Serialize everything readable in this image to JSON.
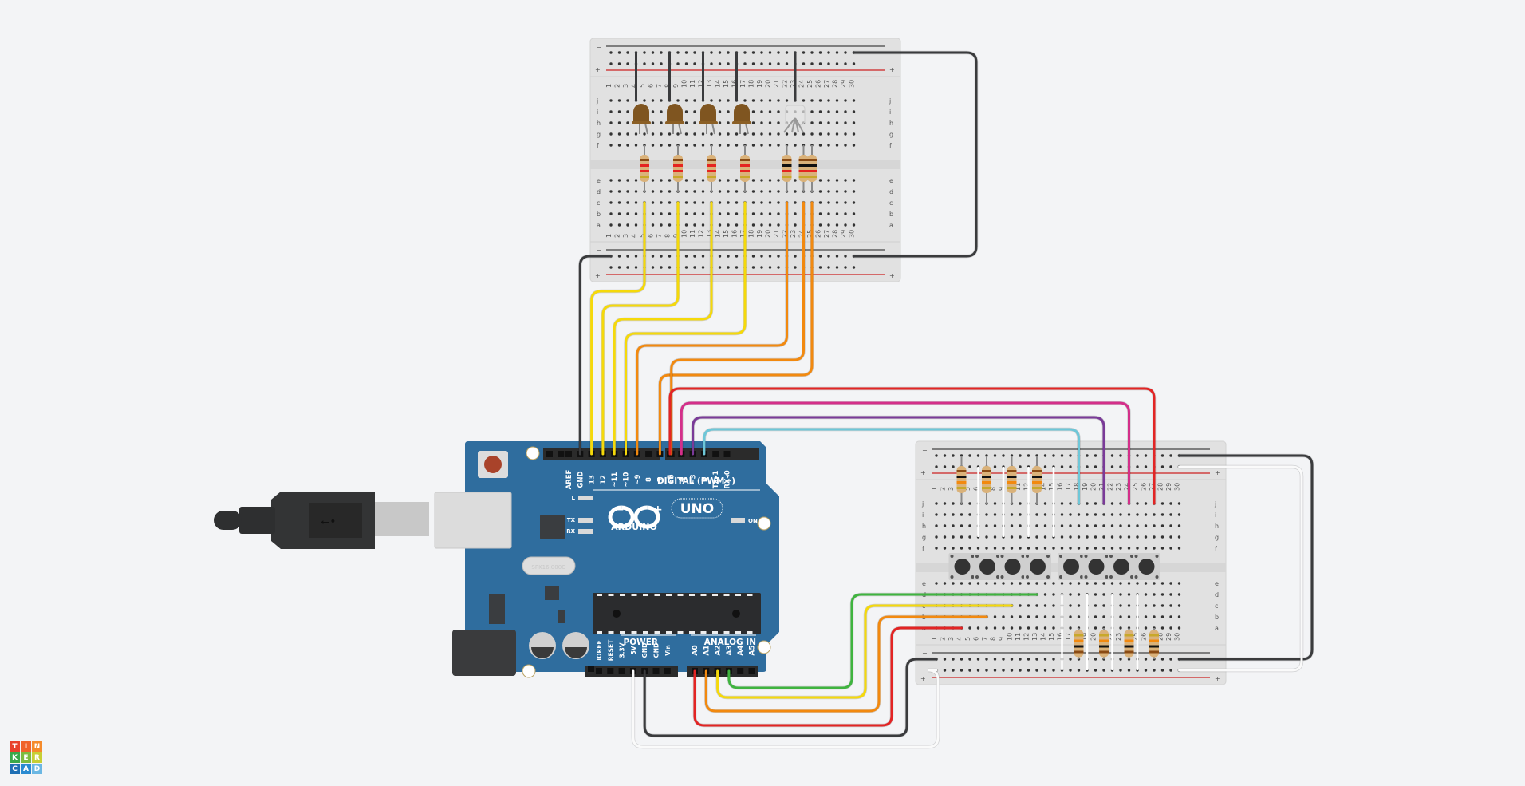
{
  "app": {
    "name": "Tinkercad",
    "logo_letters": [
      "T",
      "I",
      "N",
      "K",
      "E",
      "R",
      "C",
      "A",
      "D"
    ],
    "logo_colors": [
      "#e8412c",
      "#f0632a",
      "#f58b2b",
      "#39a84a",
      "#7dbb3f",
      "#c7cf35",
      "#1f6fb4",
      "#2a8ad1",
      "#6bb7e3"
    ]
  },
  "arduino": {
    "brand": "ARDUINO",
    "model": "UNO",
    "crystal": "SPK16.000G",
    "digital_header_label": "DIGITAL (PWM~)",
    "digital_pins": [
      "AREF",
      "GND",
      "13",
      "12",
      "~11",
      "~10",
      "~9",
      "8",
      "7",
      "~6",
      "~5",
      "4",
      "~3",
      "2",
      "TX▸1",
      "RX◂0"
    ],
    "power_header_label": "POWER",
    "power_pins": [
      "IOREF",
      "RESET",
      "3.3V",
      "5V",
      "GND",
      "GND",
      "Vin"
    ],
    "analog_header_label": "ANALOG IN",
    "analog_pins": [
      "A0",
      "A1",
      "A2",
      "A3",
      "A4",
      "A5"
    ],
    "leds": [
      "L",
      "TX",
      "RX",
      "ON"
    ],
    "color": "#2f6d9e"
  },
  "breadboards": [
    {
      "id": "top",
      "columns": 30,
      "rows_top": [
        "j",
        "i",
        "h",
        "g",
        "f"
      ],
      "rows_bottom": [
        "e",
        "d",
        "c",
        "b",
        "a"
      ]
    },
    {
      "id": "bottom",
      "columns": 30,
      "rows_top": [
        "j",
        "i",
        "h",
        "g",
        "f"
      ],
      "rows_bottom": [
        "e",
        "d",
        "c",
        "b",
        "a"
      ]
    }
  ],
  "components": {
    "leds": [
      {
        "color": "#7f5520",
        "column": 5
      },
      {
        "color": "#7f5520",
        "column": 9
      },
      {
        "color": "#7f5520",
        "column": 13
      },
      {
        "color": "#7f5520",
        "column": 17
      }
    ],
    "rgb_led": {
      "column": 23
    },
    "resistors_top": [
      {
        "column": 5,
        "bands": [
          "#8a4b14",
          "#e52420",
          "#e52420",
          "#c8a82a"
        ]
      },
      {
        "column": 9,
        "bands": [
          "#8a4b14",
          "#e52420",
          "#e52420",
          "#c8a82a"
        ]
      },
      {
        "column": 13,
        "bands": [
          "#8a4b14",
          "#e52420",
          "#e52420",
          "#c8a82a"
        ]
      },
      {
        "column": 17,
        "bands": [
          "#8a4b14",
          "#e52420",
          "#e52420",
          "#c8a82a"
        ]
      },
      {
        "column": 22,
        "bands": [
          "#8a4b14",
          "#111111",
          "#e52420",
          "#c8a82a"
        ]
      },
      {
        "column": 24,
        "bands": [
          "#8a4b14",
          "#111111",
          "#e52420",
          "#c8a82a"
        ]
      },
      {
        "column": 25,
        "bands": [
          "#8a4b14",
          "#111111",
          "#e52420",
          "#c8a82a"
        ]
      }
    ],
    "pushbuttons": [
      4,
      7,
      10,
      13,
      17,
      20,
      23,
      26
    ],
    "resistors_bottom_pullup": [
      4,
      7,
      10,
      13
    ],
    "resistors_bottom_pulldown": [
      18,
      21,
      24,
      27
    ]
  },
  "wire_colors": {
    "black": "#3a3b3d",
    "yellow": "#f5d90a",
    "orange": "#f2890f",
    "red": "#e32424",
    "magenta": "#d42f8a",
    "purple": "#7a3a98",
    "cyan": "#6ec7d8",
    "green": "#3fb43f",
    "white": "#ffffff"
  },
  "usb_cable": {
    "icon": "usb-icon"
  }
}
